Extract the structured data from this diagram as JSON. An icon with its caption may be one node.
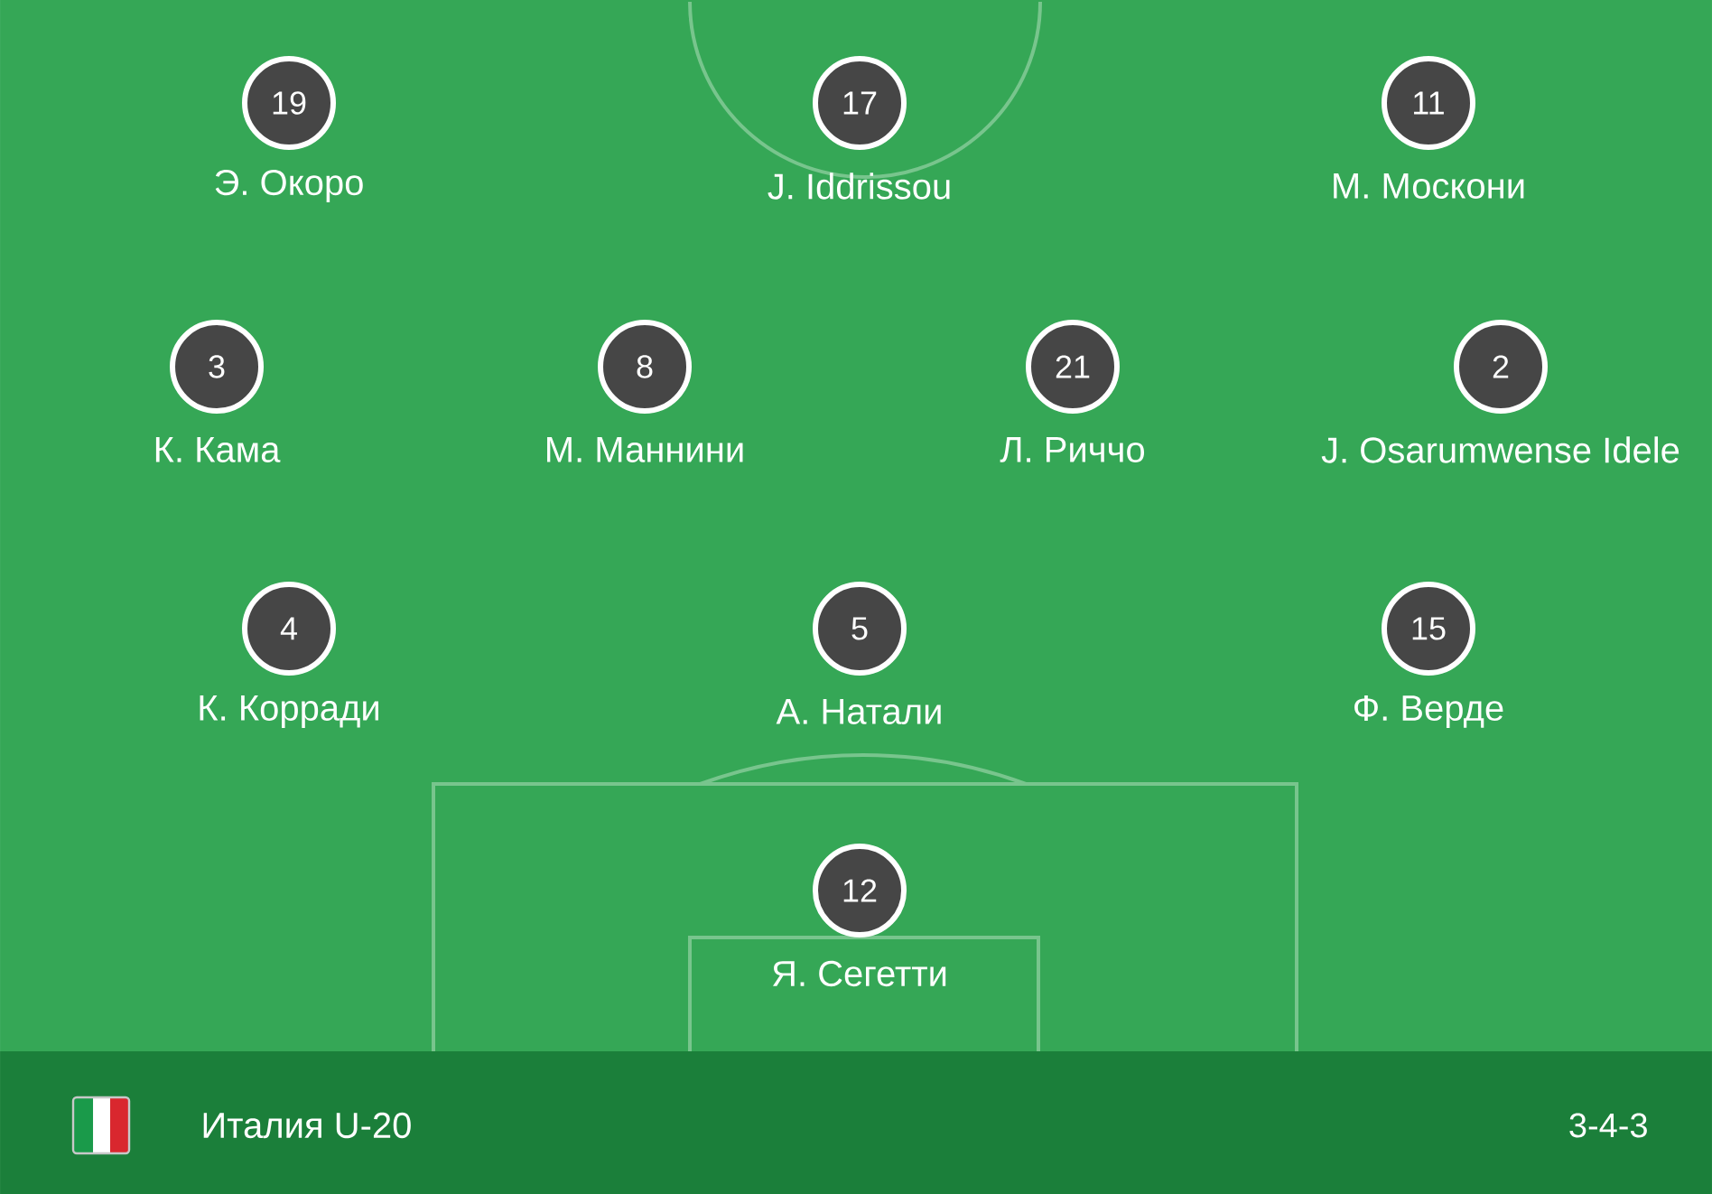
{
  "diagram": {
    "nodes": [
      {
        "text": [
          "19"
        ],
        "beside": [
          "Э. Окоро"
        ]
      },
      {
        "text": [
          "17"
        ],
        "beside": [
          "J. Iddrissou"
        ]
      },
      {
        "text": [
          "11"
        ],
        "beside": [
          "М. Москони"
        ]
      },
      {
        "text": [
          "3"
        ],
        "beside": [
          "К. Кама"
        ]
      },
      {
        "text": [
          "8"
        ],
        "beside": [
          "М. Маннини"
        ]
      },
      {
        "text": [
          "21"
        ],
        "beside": [
          "Л. Риччо"
        ]
      },
      {
        "text": [
          "2"
        ],
        "beside": [
          "J. Osarumwense Idele"
        ]
      },
      {
        "text": [
          "4"
        ],
        "beside": [
          "К. Корради"
        ]
      },
      {
        "text": [
          "5"
        ],
        "beside": [
          "А. Натали"
        ]
      },
      {
        "text": [
          "15"
        ],
        "beside": [
          "Ф. Верде"
        ]
      },
      {
        "text": [
          "12"
        ],
        "beside": [
          "Я. Сегетти"
        ]
      }
    ],
    "labels": [
      "Италия U-20",
      "3-4-3"
    ]
  }
}
